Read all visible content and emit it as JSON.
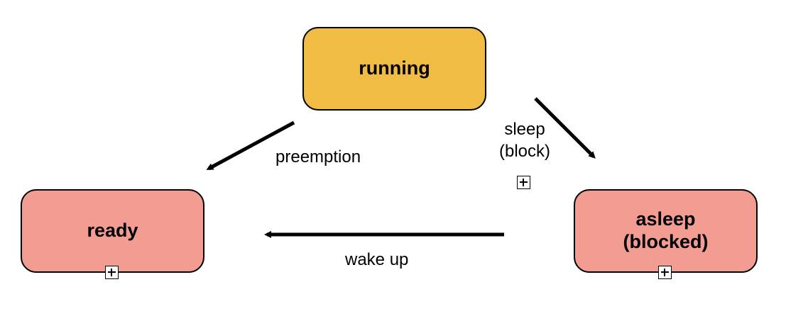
{
  "nodes": {
    "running": {
      "label": "running",
      "fill": "#f0bc44"
    },
    "ready": {
      "label": "ready",
      "fill": "#f29c92"
    },
    "asleep": {
      "line1": "asleep",
      "line2": "(blocked)",
      "fill": "#f29c92"
    }
  },
  "edges": {
    "preemption": {
      "label": "preemption"
    },
    "sleep": {
      "line1": "sleep",
      "line2": "(block)"
    },
    "wakeup": {
      "label": "wake up"
    }
  },
  "icons": {
    "expand": "plus-box-icon"
  }
}
